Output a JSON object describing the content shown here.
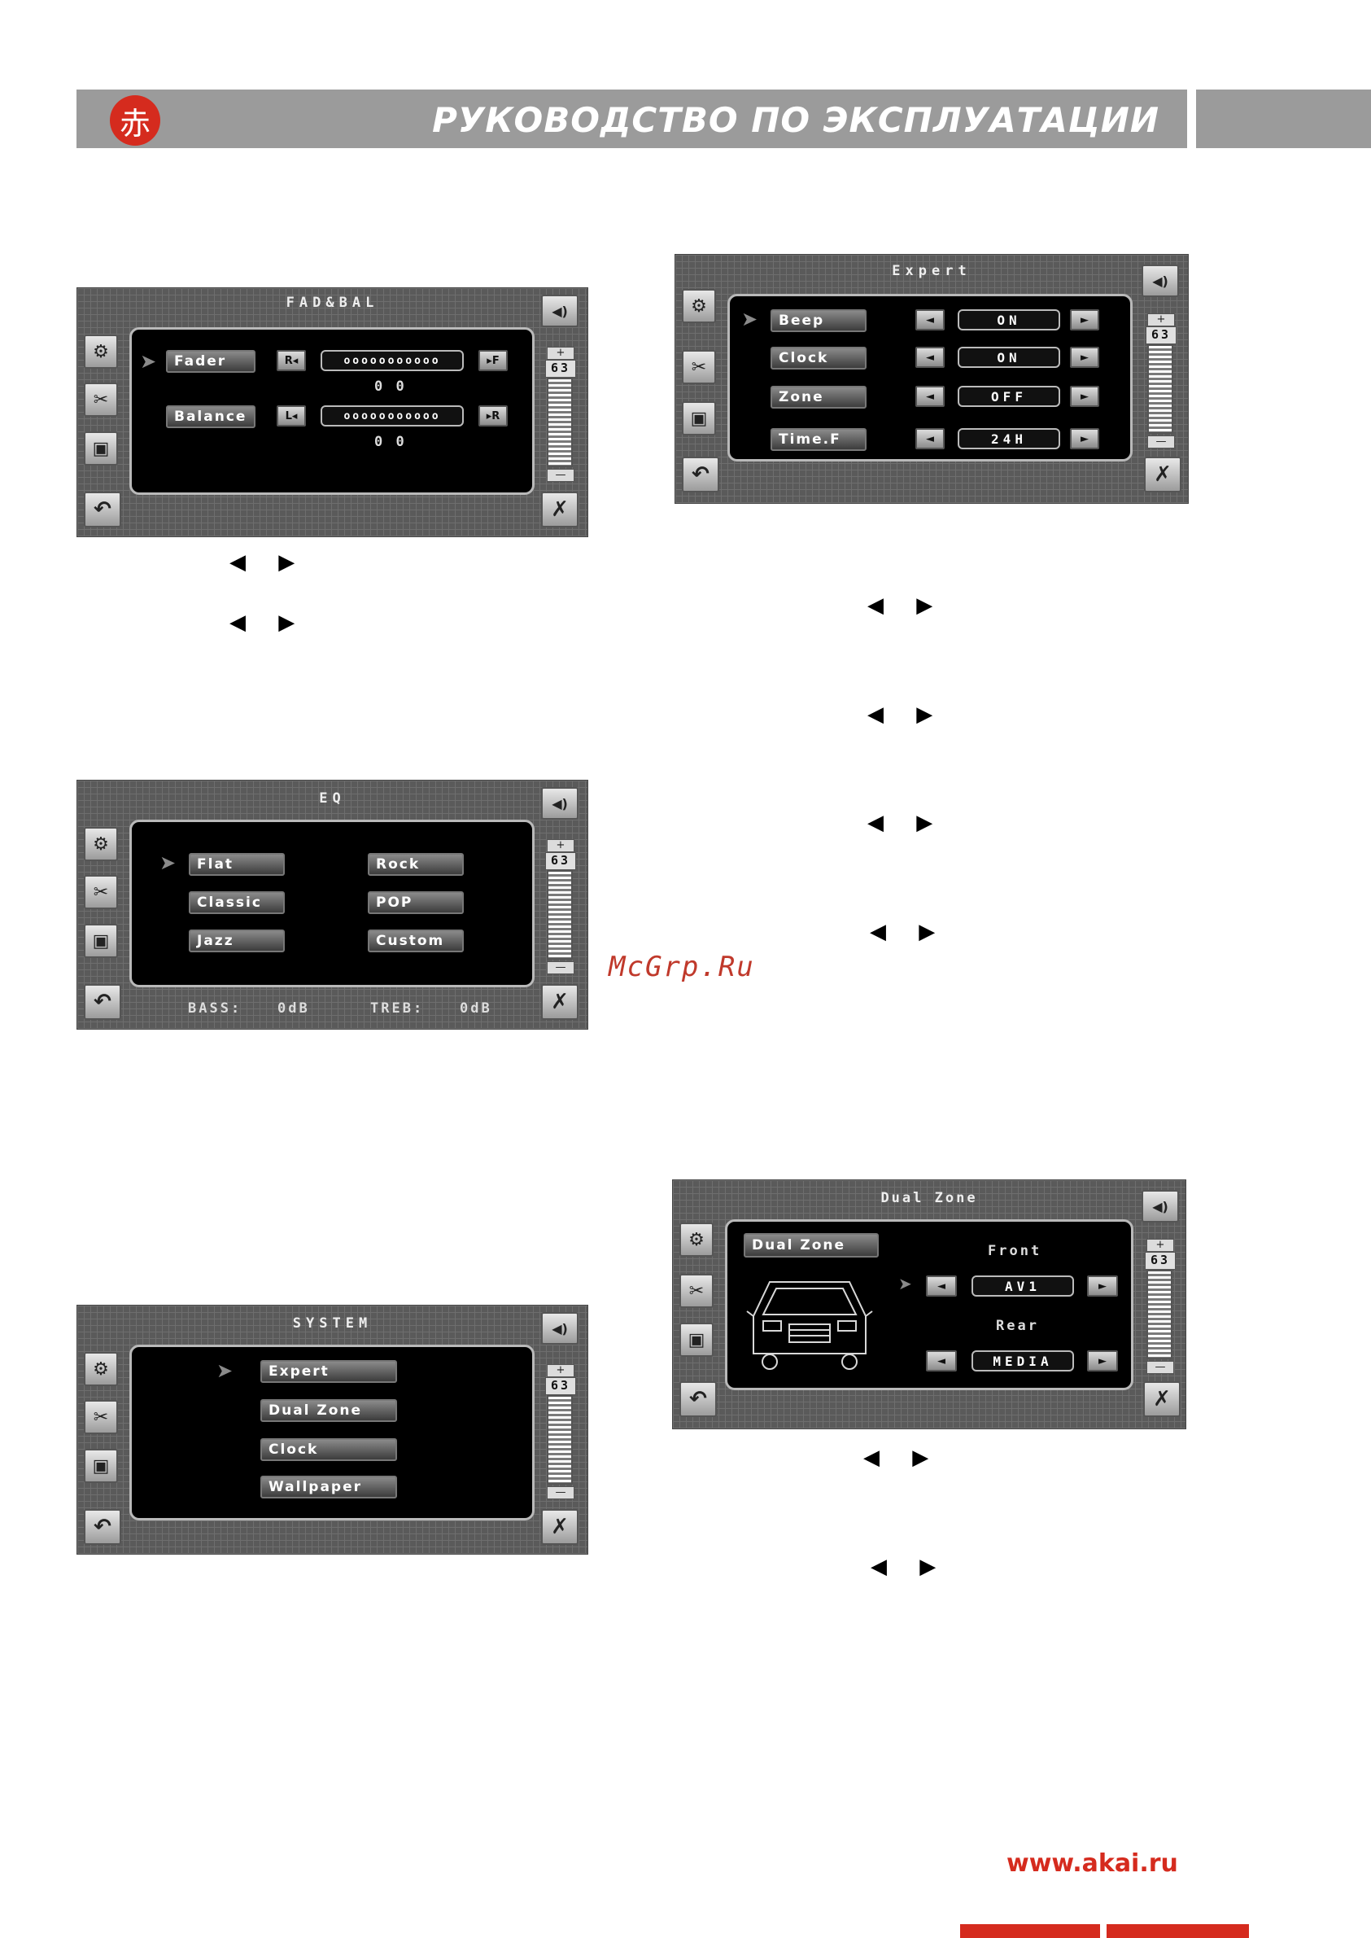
{
  "header": {
    "logo_char": "赤",
    "title": "РУКОВОДСТВО ПО ЭКСПЛУАТАЦИИ"
  },
  "fadbal": {
    "title": "FAD&BAL",
    "fader_label": "Fader",
    "fader_left": "R◂",
    "fader_right": "▸F",
    "fader_dots": "ooooooooooo",
    "fader_value": "0 0",
    "balance_label": "Balance",
    "balance_left": "L◂",
    "balance_right": "▸R",
    "balance_dots": "ooooooooooo",
    "balance_value": "0 0",
    "volume": "63"
  },
  "eq": {
    "title": "EQ",
    "presets": [
      "Flat",
      "Rock",
      "Classic",
      "POP",
      "Jazz",
      "Custom"
    ],
    "bass_label": "BASS:",
    "bass_value": "0dB",
    "treb_label": "TREB:",
    "treb_value": "0dB",
    "volume": "63"
  },
  "system": {
    "title": "SYSTEM",
    "items": [
      "Expert",
      "Dual Zone",
      "Clock",
      "Wallpaper"
    ],
    "volume": "63"
  },
  "expert": {
    "title": "Expert",
    "rows": [
      {
        "label": "Beep",
        "value": "ON"
      },
      {
        "label": "Clock",
        "value": "ON"
      },
      {
        "label": "Zone",
        "value": "OFF"
      },
      {
        "label": "Time.F",
        "value": "24H"
      }
    ],
    "volume": "63"
  },
  "dualzone": {
    "title": "Dual Zone",
    "button": "Dual Zone",
    "front_label": "Front",
    "front_value": "AV1",
    "rear_label": "Rear",
    "rear_value": "MEDIA",
    "volume": "63"
  },
  "common": {
    "left_arrow": "◄",
    "right_arrow": "►",
    "plus": "+",
    "minus": "—",
    "close": "✗",
    "back": "↶",
    "speaker": "◀)"
  },
  "markers": {
    "arrow_pair": "◀ ▶"
  },
  "watermark": "McGrp.Ru",
  "footer": {
    "url": "www.akai.ru"
  }
}
